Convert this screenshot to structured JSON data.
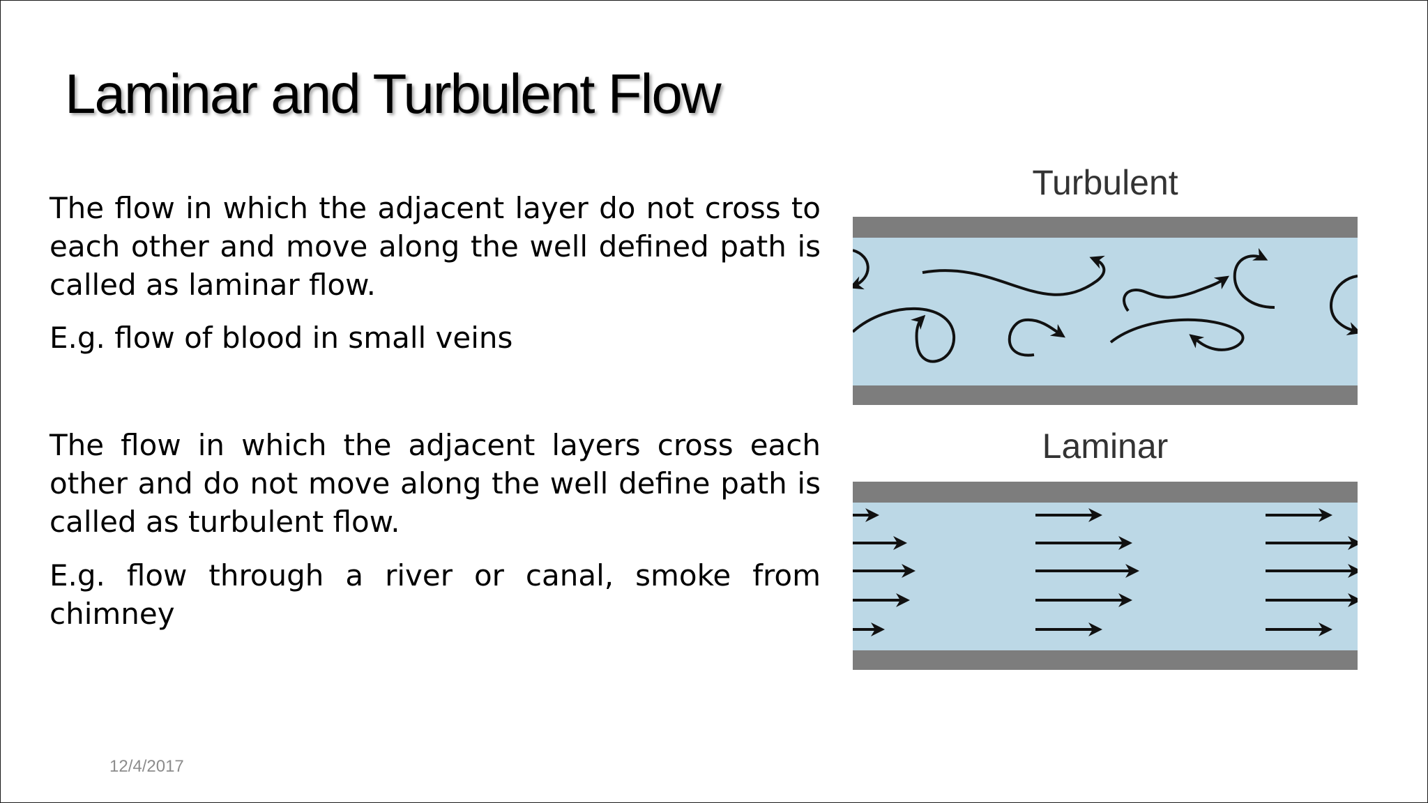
{
  "slide": {
    "title": "Laminar and Turbulent Flow",
    "paragraphs": [
      "The flow in which the adjacent layer do not cross to each other and move along the well defined path is called as laminar flow.",
      "E.g. flow of blood in small veins",
      "The flow in which the adjacent layers cross each other and do not move along the well define path is called as turbulent flow.",
      "E.g. flow through a river or canal, smoke from chimney"
    ],
    "date": "12/4/2017"
  },
  "figure": {
    "turbulent_label": "Turbulent",
    "laminar_label": "Laminar"
  },
  "colors": {
    "pipe_fill": "#bcd8e6",
    "pipe_wall": "#7d7d7d",
    "arrow": "#111111"
  }
}
